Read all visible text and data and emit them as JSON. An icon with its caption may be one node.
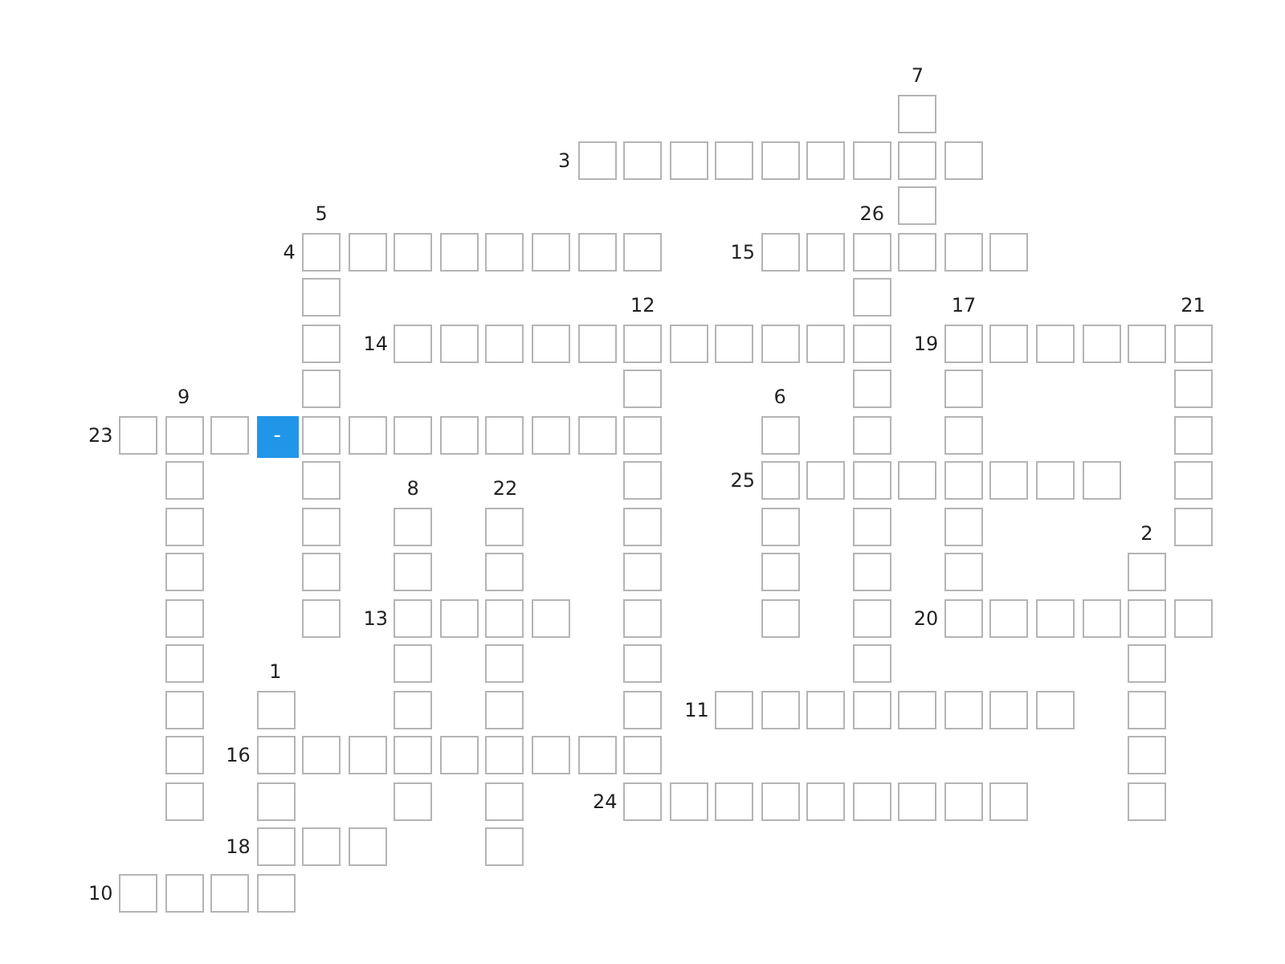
{
  "diagram": {
    "nodes": [
      {
        "text": [
          "-"
        ]
      }
    ],
    "labels": [
      "7",
      "3",
      "5",
      "26",
      "4",
      "15",
      "12",
      "17",
      "21",
      "14",
      "19",
      "9",
      "6",
      "23",
      "25",
      "8",
      "22",
      "2",
      "13",
      "20",
      "1",
      "11",
      "16",
      "24",
      "18",
      "10"
    ]
  }
}
